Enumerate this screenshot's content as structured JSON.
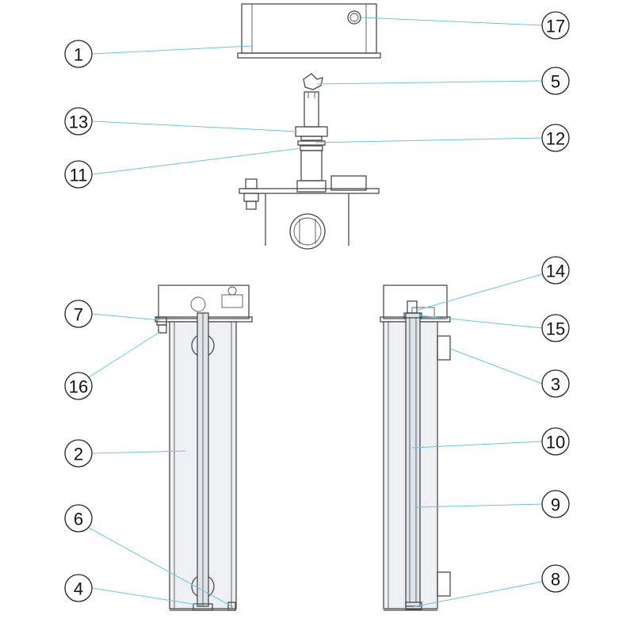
{
  "callouts": [
    {
      "id": "c1",
      "label": "1"
    },
    {
      "id": "c17",
      "label": "17"
    },
    {
      "id": "c5",
      "label": "5"
    },
    {
      "id": "c13",
      "label": "13"
    },
    {
      "id": "c12",
      "label": "12"
    },
    {
      "id": "c11",
      "label": "11"
    },
    {
      "id": "c7",
      "label": "7"
    },
    {
      "id": "c16",
      "label": "16"
    },
    {
      "id": "c2",
      "label": "2"
    },
    {
      "id": "c6",
      "label": "6"
    },
    {
      "id": "c4",
      "label": "4"
    },
    {
      "id": "c14",
      "label": "14"
    },
    {
      "id": "c15",
      "label": "15"
    },
    {
      "id": "c3",
      "label": "3"
    },
    {
      "id": "c10",
      "label": "10"
    },
    {
      "id": "c9",
      "label": "9"
    },
    {
      "id": "c8",
      "label": "8"
    }
  ],
  "colors": {
    "leader": "#6cc4dc",
    "outline": "#4a4a4a"
  }
}
